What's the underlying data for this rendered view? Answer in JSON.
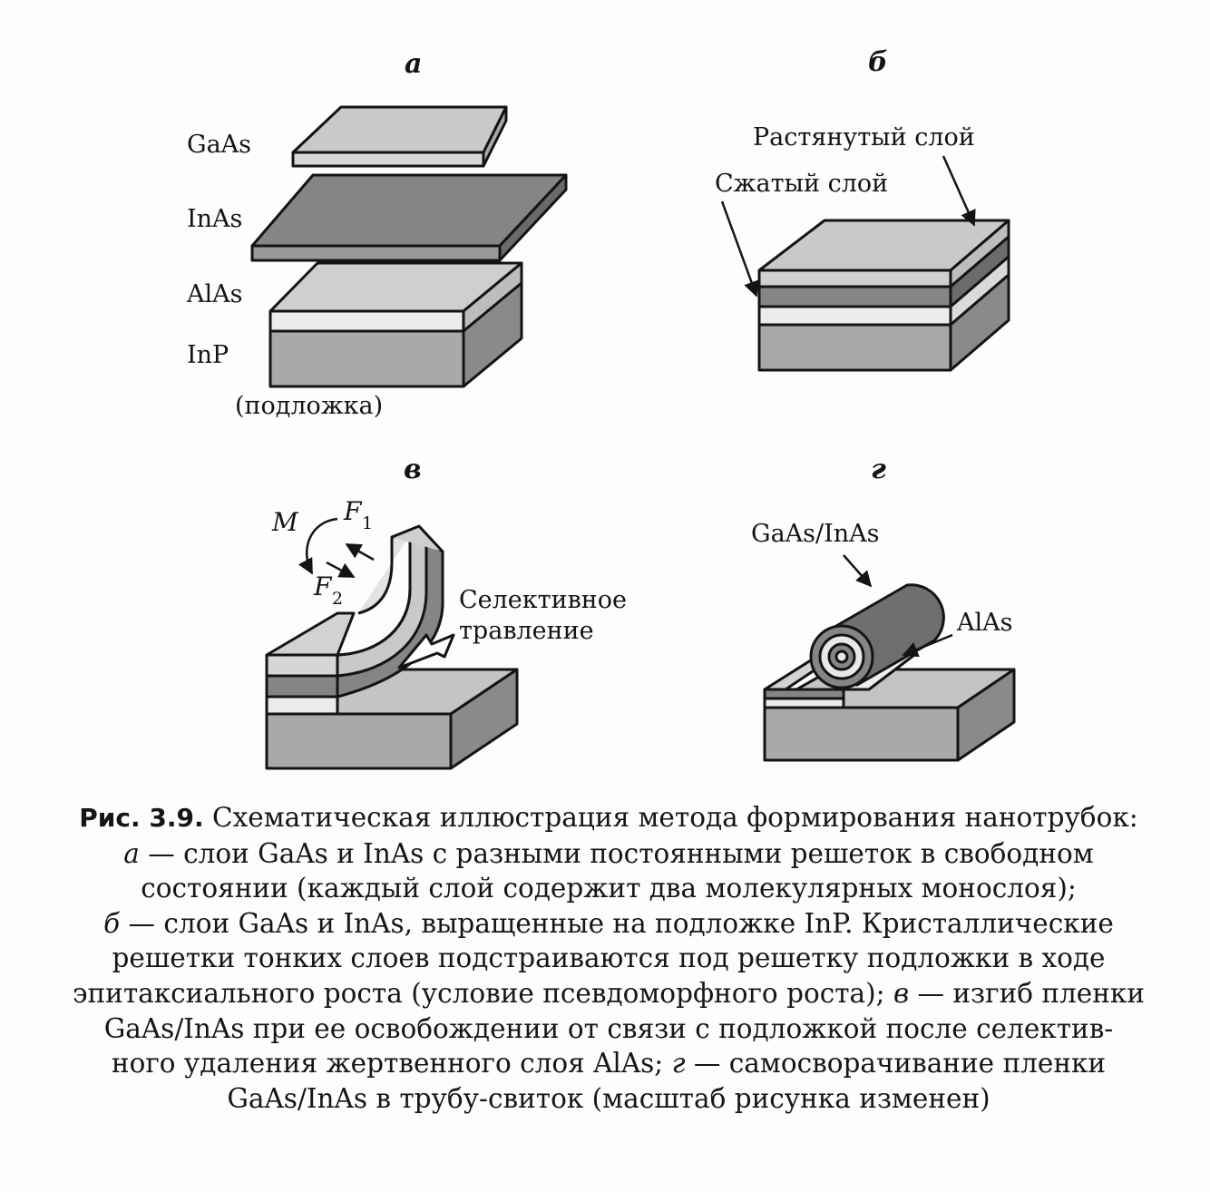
{
  "panels": {
    "a": {
      "letter": "а",
      "layers": [
        "GaAs",
        "InAs",
        "AlAs",
        "InP"
      ],
      "substrate_note": "(подложка)"
    },
    "b": {
      "letter": "б",
      "stretched_layer": "Растянутый слой",
      "compressed_layer": "Сжатый слой"
    },
    "c": {
      "letter": "в",
      "moment": "M",
      "force1": "F",
      "force1_sub": "1",
      "force2": "F",
      "force2_sub": "2",
      "etch_line1": "Селективное",
      "etch_line2": "травление"
    },
    "d": {
      "letter": "г",
      "tube_label": "GaAs/InAs",
      "sacrificial_label": "AlAs"
    }
  },
  "caption": {
    "ref": "Рис. 3.9.",
    "l1": " Схематическая иллюстрация метода формирования нанотрубок:",
    "l2_a": "а",
    "l2": " — слои GaAs и InAs с разными постоянными решеток в свободном",
    "l3": "состоянии (каждый слой содержит два молекулярных монослоя);",
    "l4_b": "б",
    "l4": " — слои GaAs и InAs, выращенные на подложке InP. Кристаллические",
    "l5": "решетки тонких слоев подстраиваются под решетку подложки в ходе",
    "l6": "эпитаксиального роста (условие псевдоморфного роста); ",
    "l6_c": "в",
    "l6b": " — изгиб пленки",
    "l7": "GaAs/InAs при ее освобождении от связи с подложкой после селектив-",
    "l8": "ного удаления жертвенного слоя AlAs; ",
    "l8_d": "г",
    "l8b": " — самосворачивание пленки",
    "l9": "GaAs/InAs в трубу-свиток (масштаб рисунка изменен)"
  },
  "colors": {
    "gaas": "#c9c9c9",
    "inas": "#858585",
    "alas": "#ececec",
    "inp": "#a9a9a9",
    "outline": "#141414"
  }
}
